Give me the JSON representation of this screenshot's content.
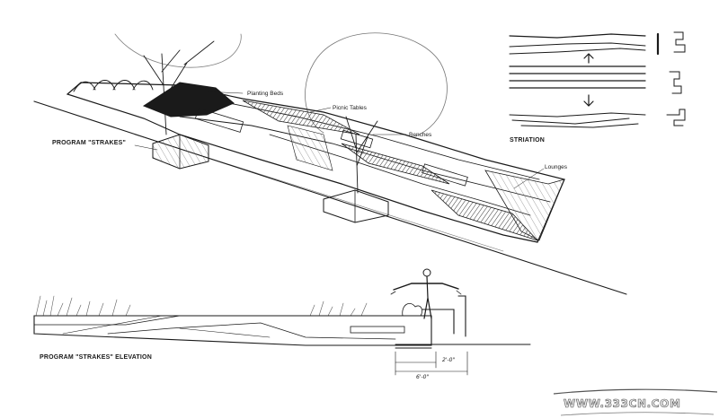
{
  "labels": {
    "planting_beds": "Planting Beds",
    "picnic_tables": "Picnic Tables",
    "benches": "Benches",
    "lounges": "Lounges",
    "program_strakes": "PROGRAM \"STRAKES\"",
    "striation": "STRIATION",
    "elevation_title": "PROGRAM \"STRAKES\" ELEVATION"
  },
  "dimensions": {
    "short": "2'-0\"",
    "long": "6'-0\""
  },
  "watermark": "WWW.333CN.COM",
  "colors": {
    "ink": "#1a1a1a",
    "shade": "#3a3a3a",
    "paper": "#ffffff"
  }
}
